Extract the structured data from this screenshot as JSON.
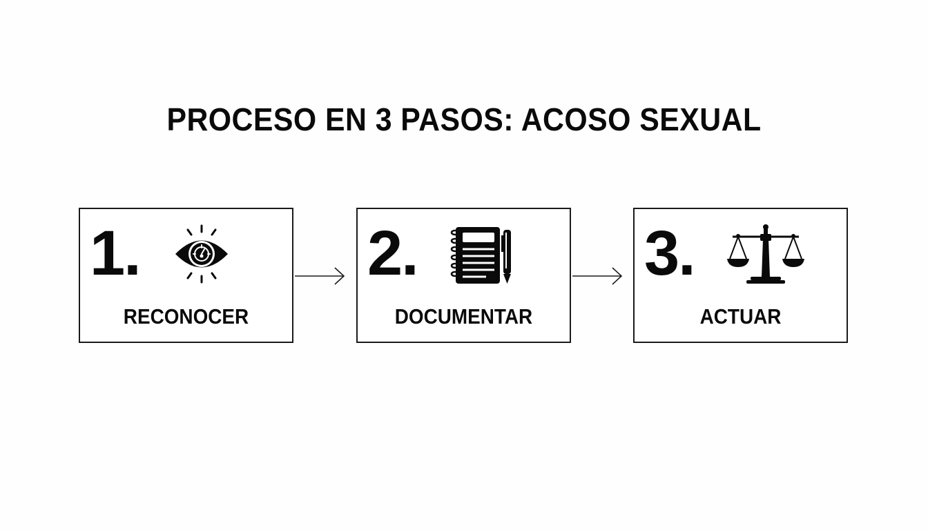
{
  "title": "PROCESO EN 3 PASOS: ACOSO SEXUAL",
  "steps": [
    {
      "number": "1.",
      "label": "RECONOCER",
      "icon": "eye-icon"
    },
    {
      "number": "2.",
      "label": "DOCUMENTAR",
      "icon": "notebook-pen-icon"
    },
    {
      "number": "3.",
      "label": "ACTUAR",
      "icon": "scales-icon"
    }
  ],
  "connectors": [
    "arrow-right-icon",
    "arrow-right-icon"
  ],
  "colors": {
    "ink": "#0a0a0a",
    "background": "#fefefe"
  }
}
